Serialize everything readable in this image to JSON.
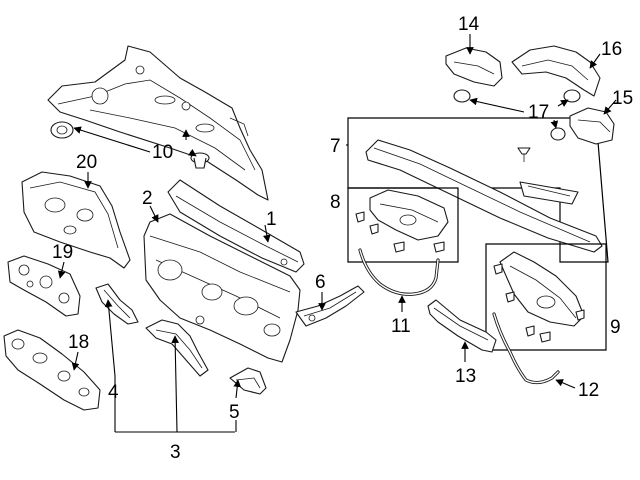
{
  "callouts": {
    "c1": "1",
    "c2": "2",
    "c3": "3",
    "c4": "4",
    "c5": "5",
    "c6": "6",
    "c7": "7",
    "c8": "8",
    "c9": "9",
    "c10": "10",
    "c11": "11",
    "c12": "12",
    "c13": "13",
    "c14": "14",
    "c15": "15",
    "c16": "16",
    "c17": "17",
    "c18": "18",
    "c19": "19",
    "c20": "20"
  },
  "colors": {
    "line": "#1a1a1a",
    "background": "#ffffff"
  }
}
